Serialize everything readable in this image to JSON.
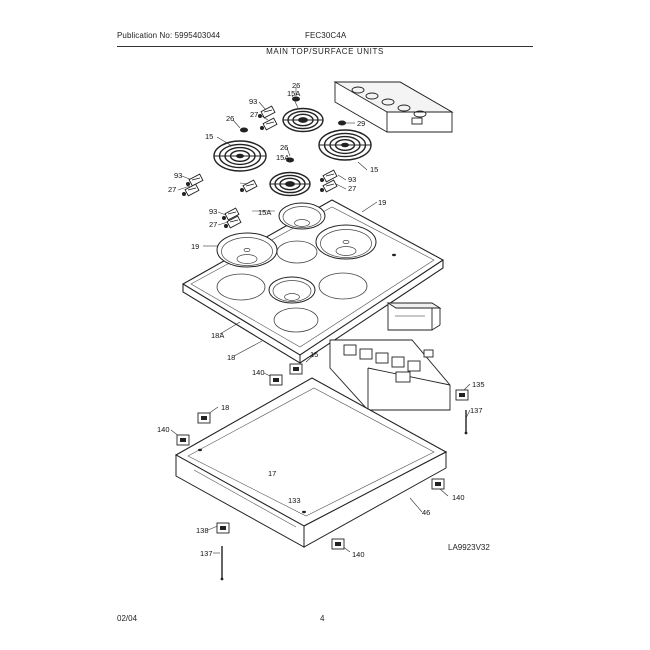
{
  "header": {
    "publication": "Publication No: 5995403044",
    "model": "FEC30C4A",
    "title": "MAIN TOP/SURFACE UNITS"
  },
  "callouts": {
    "c15_left": "15",
    "c15_right": "15",
    "c15A_top": "15A",
    "c15A_mid": "15A",
    "c15A_low": "15A",
    "c26_a": "26",
    "c26_b": "26",
    "c26_c": "26",
    "c29": "29",
    "c93_a": "93",
    "c93_b": "93",
    "c93_c": "93",
    "c93_d": "93",
    "c27_a": "27",
    "c27_b": "27",
    "c27_c": "27",
    "c27_d": "27",
    "c19_left": "19",
    "c19_right": "19",
    "c18A": "18A",
    "c18": "18",
    "c140_a": "140",
    "c140_b": "140",
    "c140_c": "140",
    "c140_d": "140",
    "c15_mid": "15",
    "c18_bracket": "18",
    "c135": "135",
    "c137_a": "137",
    "c137_b": "137",
    "c17": "17",
    "c133": "133",
    "c138": "138",
    "c46": "46"
  },
  "footer": {
    "date": "02/04",
    "page": "4",
    "ref": "LA9923V32"
  }
}
